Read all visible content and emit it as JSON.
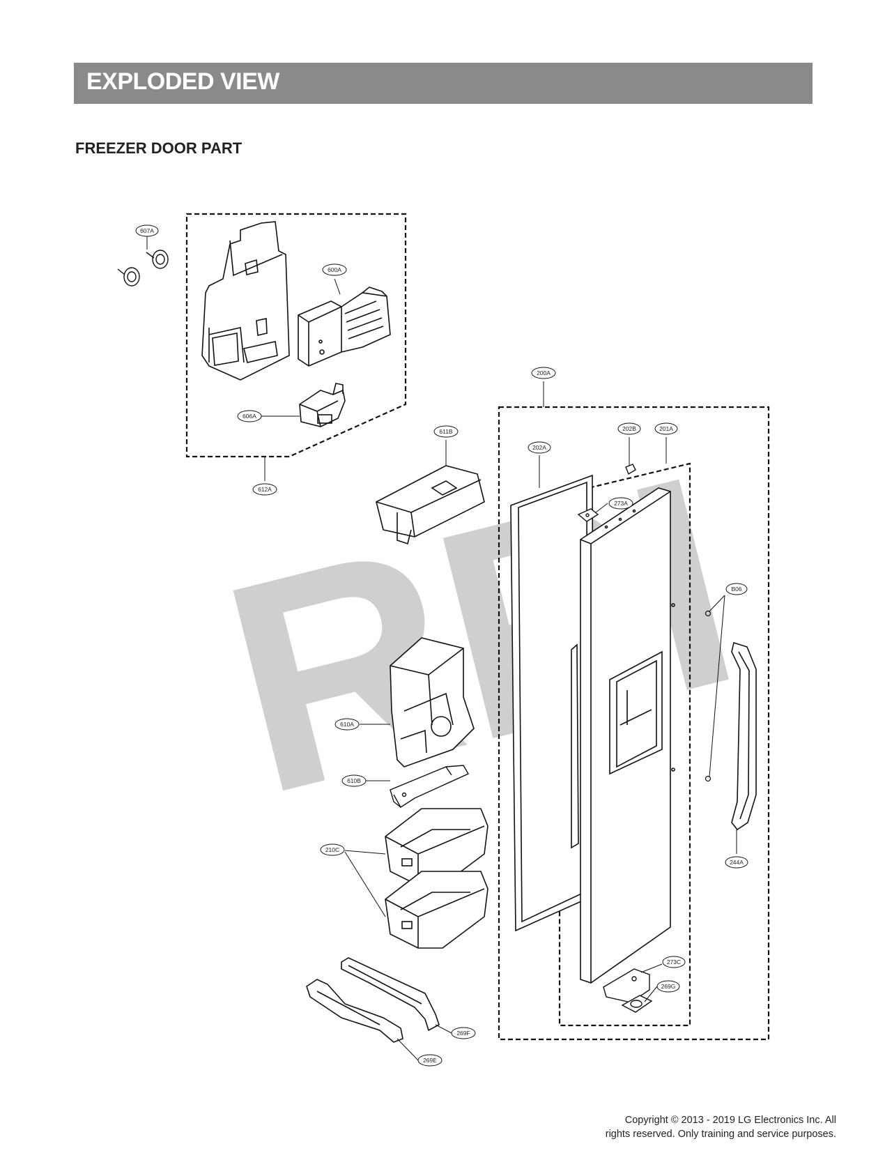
{
  "header": {
    "title": "EXPLODED VIEW"
  },
  "section": {
    "title": "FREEZER DOOR PART"
  },
  "watermark": {
    "text": "RPI"
  },
  "callouts": {
    "c607A": "607A",
    "c600A": "600A",
    "c606A": "606A",
    "c612A": "612A",
    "c611B": "611B",
    "c200A": "200A",
    "c202B": "202B",
    "c201A": "201A",
    "c202A": "202A",
    "c273A": "273A",
    "cB06": "B06",
    "c610A": "610A",
    "c610B": "610B",
    "c210C": "210C",
    "c244A": "244A",
    "c273C": "273C",
    "c269G": "269G",
    "c269F": "269F",
    "c269E": "269E"
  },
  "footer": {
    "copyright_line1": "Copyright © 2013 - 2019 LG Electronics Inc. All",
    "copyright_line2": "rights reserved. Only training and service purposes."
  }
}
